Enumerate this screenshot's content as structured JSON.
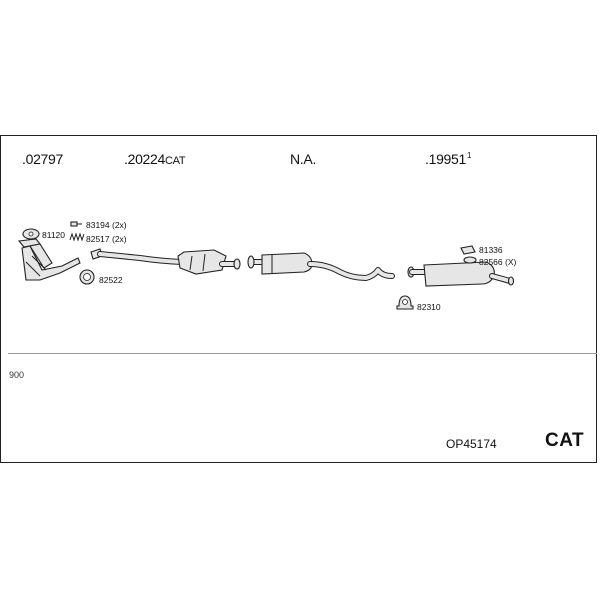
{
  "parts": [
    {
      "number": ".02797",
      "suffix": "",
      "mark": ""
    },
    {
      "number": ".20224",
      "suffix": "CAT",
      "mark": ""
    },
    {
      "number": "N.A.",
      "suffix": "",
      "mark": ""
    },
    {
      "number": ".19951",
      "suffix": "",
      "mark": "1"
    }
  ],
  "labels": {
    "gasket_manifold": "81120",
    "bolt": "83194 (2x)",
    "spring": "82517 (2x)",
    "ring_gasket": "82522",
    "rubber_mount": "81336",
    "clamp_rear": "82566 (X)",
    "clamp_mid": "82310"
  },
  "variant": "900",
  "set_number": "OP45174",
  "set_type": "CAT",
  "icons": [
    "manifold-icon",
    "gasket-icon",
    "bolt-icon",
    "spring-icon",
    "ring-gasket-icon",
    "catalytic-converter-icon",
    "middle-silencer-icon",
    "rear-silencer-icon",
    "rubber-mount-icon",
    "clamp-icon"
  ]
}
